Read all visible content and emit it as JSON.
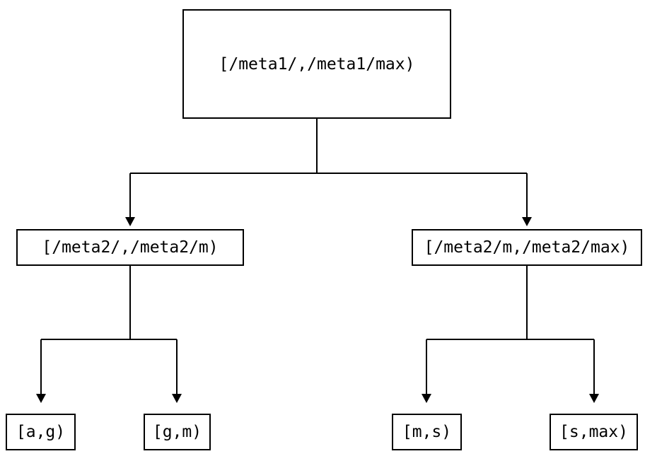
{
  "diagram": {
    "type": "tree",
    "background_color": "#ffffff",
    "line_color": "#000000",
    "nodes": {
      "root": {
        "label": "[/meta1/,/meta1/max)"
      },
      "left": {
        "label": "[/meta2/,/meta2/m)"
      },
      "right": {
        "label": "[/meta2/m,/meta2/max)"
      },
      "leaf_ag": {
        "label": "[a,g)"
      },
      "leaf_gm": {
        "label": "[g,m)"
      },
      "leaf_ms": {
        "label": "[m,s)"
      },
      "leaf_smax": {
        "label": "[s,max)"
      }
    },
    "edges": [
      {
        "from": "root",
        "to": "left"
      },
      {
        "from": "root",
        "to": "right"
      },
      {
        "from": "left",
        "to": "leaf_ag"
      },
      {
        "from": "left",
        "to": "leaf_gm"
      },
      {
        "from": "right",
        "to": "leaf_ms"
      },
      {
        "from": "right",
        "to": "leaf_smax"
      }
    ]
  }
}
